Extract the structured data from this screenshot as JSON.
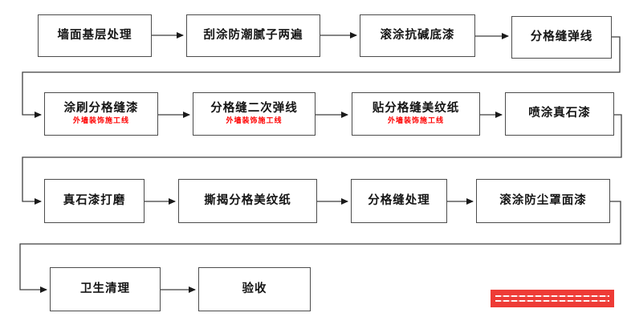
{
  "flowchart": {
    "title_semantic": "exterior-wall-real-stone-paint-process-flow",
    "steps": [
      {
        "label": "墙面基层处理"
      },
      {
        "label": "刮涂防潮腻子两遍"
      },
      {
        "label": "滚涂抗碱底漆"
      },
      {
        "label": "分格缝弹线"
      },
      {
        "label": "涂刷分格缝漆",
        "subtext": "外墙装饰施工线"
      },
      {
        "label": "分格缝二次弹线",
        "subtext": "外墙装饰施工线"
      },
      {
        "label": "贴分格缝美纹纸",
        "subtext": "外墙装饰施工线"
      },
      {
        "label": "喷涂真石漆"
      },
      {
        "label": "真石漆打磨"
      },
      {
        "label": "撕揭分格美纹纸"
      },
      {
        "label": "分格缝处理"
      },
      {
        "label": "滚涂防尘罩面漆"
      },
      {
        "label": "卫生清理"
      },
      {
        "label": "验收"
      }
    ]
  },
  "colors": {
    "background": "#ffffff",
    "box_border": "#4c4c4c",
    "box_text": "#151515",
    "subtext_red": "#ff0000",
    "connector": "#3f3f3f",
    "watermark_red": "#ee3b36"
  }
}
